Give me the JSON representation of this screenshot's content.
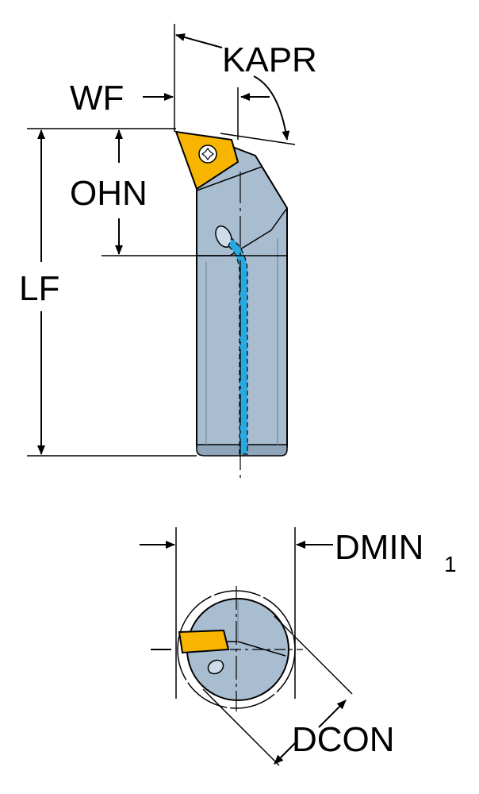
{
  "colors": {
    "body": "#a9bdd0",
    "body_shadow": "#8ea4b8",
    "insert": "#f7b500",
    "coolant": "#2aa9e0",
    "line": "#000000",
    "background": "#ffffff"
  },
  "labels": {
    "kapr": "KAPR",
    "wf": "WF",
    "ohn": "OHN",
    "lf": "LF",
    "dmin": "DMIN",
    "dmin_sub": "1",
    "dcon": "DCON"
  },
  "icons": {
    "insert_screw": "torx-screw-icon"
  }
}
